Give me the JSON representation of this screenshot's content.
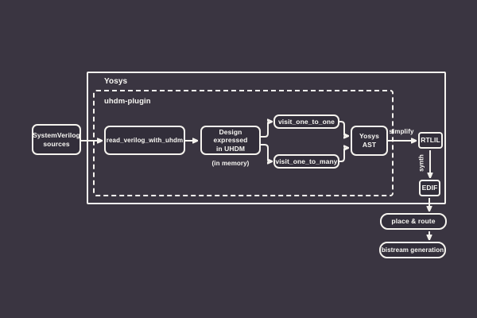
{
  "colors": {
    "background": "#3a3541",
    "node-fill": "#322e3a",
    "stroke": "#f5f3ee",
    "text": "#f8f7f3"
  },
  "containers": {
    "yosys": {
      "label": "Yosys"
    },
    "uhdm_plugin": {
      "label": "uhdm-plugin"
    }
  },
  "nodes": {
    "systemverilog_sources": {
      "label": "SystemVerilog\nsources"
    },
    "read_verilog_with_uhdm": {
      "label": "read_verilog_with_uhdm"
    },
    "design_expressed_in_uhdm": {
      "label": "Design expressed\nin UHDM"
    },
    "in_memory_note": {
      "label": "(in memory)"
    },
    "visit_one_to_one": {
      "label": "visit_one_to_one"
    },
    "visit_one_to_many": {
      "label": "visit_one_to_many"
    },
    "yosys_ast": {
      "label": "Yosys AST"
    },
    "rtlil": {
      "label": "RTLIL"
    },
    "edif": {
      "label": "EDIF"
    },
    "place_and_route": {
      "label": "place & route"
    },
    "bistream_generation": {
      "label": "bistream generation"
    }
  },
  "edge_labels": {
    "simplify": "simplify",
    "synth": "synth"
  }
}
